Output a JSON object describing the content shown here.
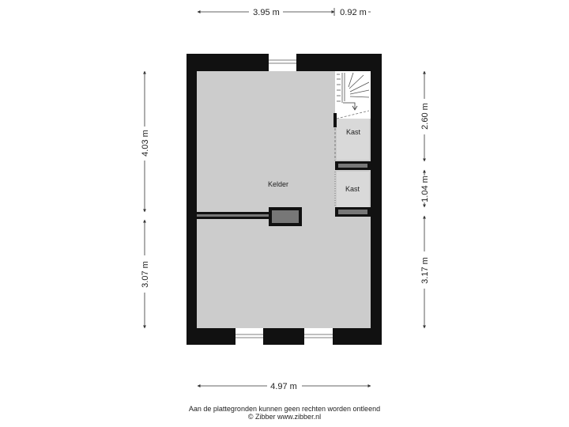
{
  "dimensions": {
    "top_main": "3.95 m",
    "top_right": "0.92 m",
    "left_upper": "4.03 m",
    "left_lower": "3.07 m",
    "right_upper": "2.60 m",
    "right_middle": "1.04 m",
    "right_lower": "3.17 m",
    "bottom": "4.97 m"
  },
  "rooms": {
    "main": "Kelder",
    "closet_upper": "Kast",
    "closet_lower": "Kast"
  },
  "footer": {
    "disclaimer": "Aan de plattegronden kunnen geen rechten worden ontleend",
    "copyright": "© Zibber www.zibber.nl"
  },
  "colors": {
    "wall": "#111111",
    "floor": "#cccccc",
    "closet_floor": "#d9d9d9",
    "dimension_line": "#333333"
  }
}
